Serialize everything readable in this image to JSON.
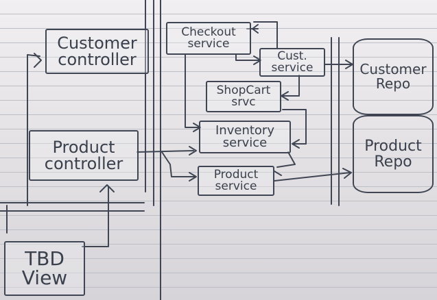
{
  "customer_controller": {
    "line1": "Customer",
    "line2": "controller"
  },
  "product_controller": {
    "line1": "Product",
    "line2": "controller"
  },
  "tbd_view": {
    "line1": "TBD",
    "line2": "View"
  },
  "checkout_service": {
    "line1": "Checkout",
    "line2": "service"
  },
  "cust_service": {
    "line1": "Cust.",
    "line2": "service"
  },
  "shopcart_service": {
    "line1": "ShopCart",
    "line2": "srvc"
  },
  "inventory_service": {
    "line1": "Inventory",
    "line2": "service"
  },
  "product_service": {
    "line1": "Product",
    "line2": "service"
  },
  "customer_repo": {
    "line1": "Customer",
    "line2": "Repo"
  },
  "product_repo": {
    "line1": "Product",
    "line2": "Repo"
  }
}
